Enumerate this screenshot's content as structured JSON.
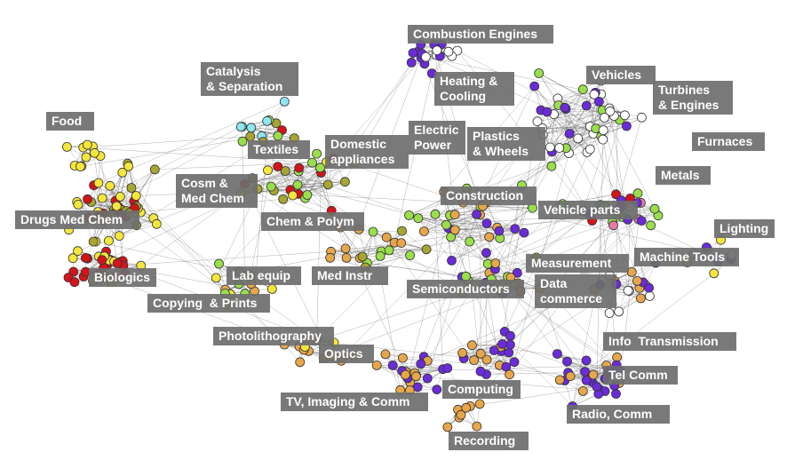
{
  "colors": {
    "yellow": "#f5e63c",
    "olive": "#a8a632",
    "red": "#d4141a",
    "cyan": "#8ee6ee",
    "green": "#9adf4a",
    "orange": "#e8a64a",
    "purple": "#6a2bd8",
    "white": "#ffffff",
    "pink": "#e87aa6",
    "edge": "#555555",
    "label_bg": "#6e6e6e"
  },
  "labels": {
    "combustion": "Combustion Engines",
    "catalysis": "Catalysis\n& Separation",
    "heating": "Heating &\nCooling",
    "vehicles": "Vehicles",
    "turbines": "Turbines\n& Engines",
    "food": "Food",
    "electric": "Electric\nPower",
    "plastics": "Plastics\n& Wheels",
    "textiles": "Textiles",
    "domestic": "Domestic\nappliances",
    "furnaces": "Furnaces",
    "metals": "Metals",
    "cosm": "Cosm &\nMed Chem",
    "construction": "Construction",
    "vehicle_parts": "Vehicle parts",
    "drugs": "Drugs Med Chem",
    "chem": "Chem & Polym",
    "lighting": "Lighting",
    "measurement": "Measurement",
    "machine_tools": "Machine Tools",
    "biologics": "Biologics",
    "lab_equip": "Lab equip",
    "med_instr": "Med Instr",
    "semiconductors": "Semiconductors",
    "data_commerce": "Data\ncommerce",
    "copying": "Copying  & Prints",
    "photolithography": "Photolithography",
    "info_transmission": "Info  Transmission",
    "optics": "Optics",
    "tel_comm": "Tel Comm",
    "computing": "Computing",
    "tv": "TV, Imaging & Comm",
    "radio": "Radio, Comm",
    "recording": "Recording"
  }
}
